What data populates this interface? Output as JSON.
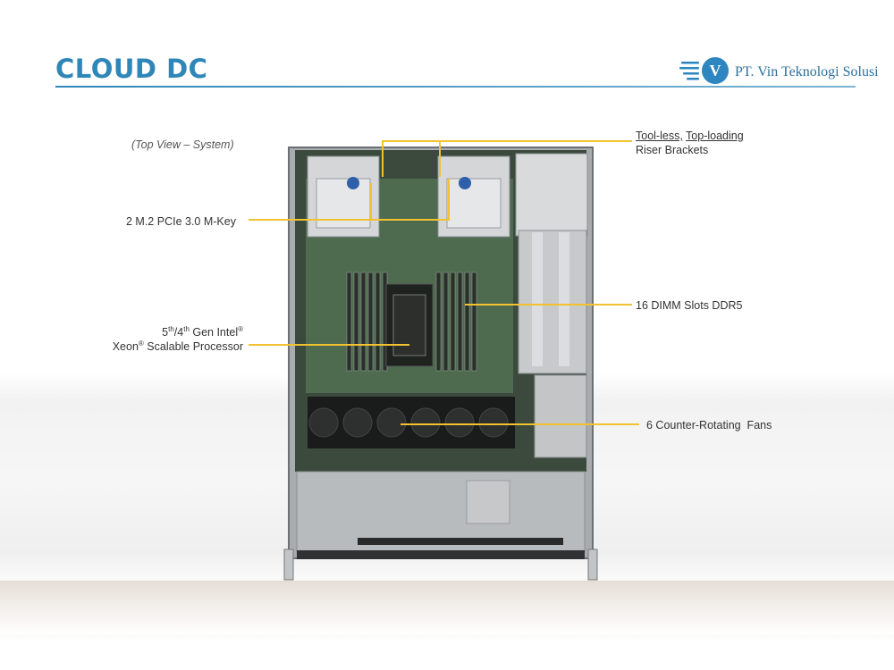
{
  "header": {
    "title": "CLOUD DC",
    "company": "PT. Vin Teknologi Solusi",
    "logo_letter": "V"
  },
  "view_caption": "(Top View – System)",
  "callouts": {
    "riser": {
      "line1_a": "Tool-less,",
      "line1_b": "Top-loading",
      "line2": "Riser Brackets"
    },
    "m2": "2 M.2 PCIe 3.0 M-Key",
    "dimm": "16 DIMM Slots DDR5",
    "cpu": {
      "line1_a": "5",
      "line1_sup_a": "th",
      "line1_b": "/4",
      "line1_sup_b": "th",
      "line1_c": " Gen Intel",
      "line1_sup_c": "®",
      "line2_a": "Xeon",
      "line2_sup": "®",
      "line2_b": " Scalable Processor"
    },
    "fans": "6 Counter-Rotating  Fans"
  },
  "colors": {
    "accent": "#2f86b8",
    "callout_line": "#f2c230",
    "chassis": "#b9bcbf",
    "board": "#4f6b4f"
  }
}
